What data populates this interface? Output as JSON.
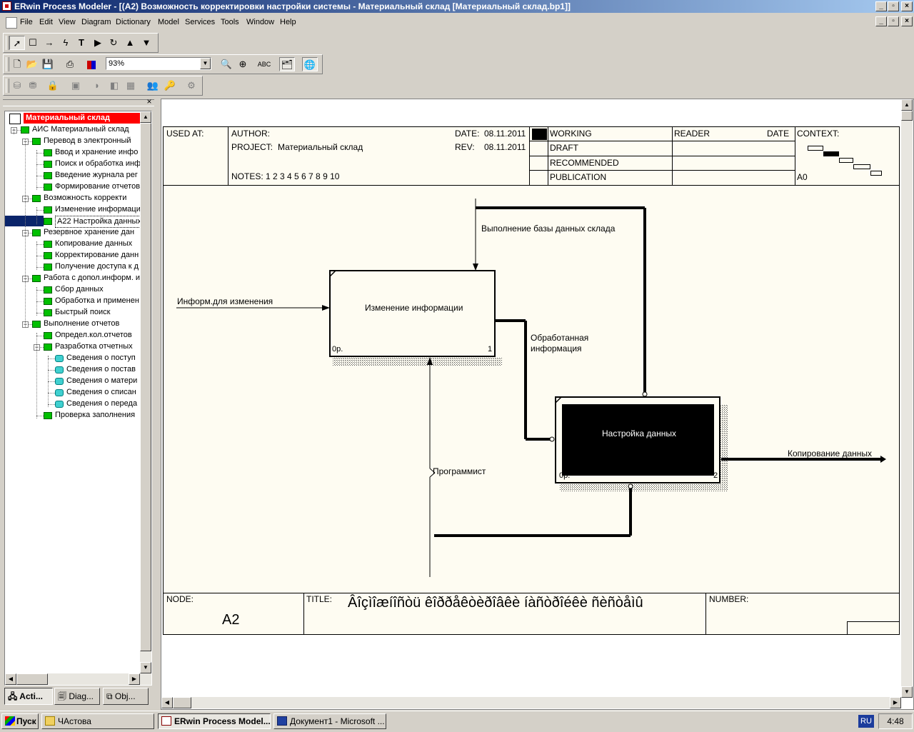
{
  "window": {
    "title": "ERwin Process Modeler - [(A2) Возможность  корректировки  настройки системы - Материальный склад  [Материальный склад.bp1]]",
    "controls": {
      "min": "_",
      "max": "▫",
      "close": "×"
    }
  },
  "menu": [
    "File",
    "Edit",
    "View",
    "Diagram",
    "Dictionary",
    "Model",
    "Services",
    "Tools",
    "Window",
    "Help"
  ],
  "toolbar": {
    "zoom": "93%"
  },
  "tree": {
    "root": "Материальный склад",
    "items": [
      {
        "label": "АИС Материальный склад",
        "level": 1,
        "type": "green"
      },
      {
        "label": "Перевод  в  электронный",
        "level": 2,
        "type": "green"
      },
      {
        "label": "Ввод и хранение  инфо",
        "level": 3,
        "type": "green"
      },
      {
        "label": "Поиск и обработка  инф",
        "level": 3,
        "type": "green"
      },
      {
        "label": "Введение журнала  рег",
        "level": 3,
        "type": "green"
      },
      {
        "label": "Формирование отчетов",
        "level": 3,
        "type": "green"
      },
      {
        "label": "Возможность  корректи",
        "level": 2,
        "type": "green"
      },
      {
        "label": "Изменение информации",
        "level": 3,
        "type": "green"
      },
      {
        "label": "A22 Настройка данных",
        "level": 3,
        "type": "green",
        "selected": true
      },
      {
        "label": "Резервное хранение  дан",
        "level": 2,
        "type": "green"
      },
      {
        "label": "Копирование  данных",
        "level": 3,
        "type": "green"
      },
      {
        "label": "Корректирование данн",
        "level": 3,
        "type": "green"
      },
      {
        "label": "Получение доступа к д",
        "level": 3,
        "type": "green"
      },
      {
        "label": "Работа с допол.информ. и",
        "level": 2,
        "type": "green"
      },
      {
        "label": "Сбор данных",
        "level": 3,
        "type": "green"
      },
      {
        "label": "Обработка и применен",
        "level": 3,
        "type": "green"
      },
      {
        "label": "Быстрый поиск",
        "level": 3,
        "type": "green"
      },
      {
        "label": "Выполнение  отчетов",
        "level": 2,
        "type": "green"
      },
      {
        "label": "Определ.кол.отчетов",
        "level": 3,
        "type": "green"
      },
      {
        "label": "Разработка отчетных",
        "level": 3,
        "type": "green"
      },
      {
        "label": "Сведения  о  поступ",
        "level": 4,
        "type": "cyan"
      },
      {
        "label": "Сведения  о  постав",
        "level": 4,
        "type": "cyan"
      },
      {
        "label": "Сведения  о  матери",
        "level": 4,
        "type": "cyan"
      },
      {
        "label": "Сведения  о  списан",
        "level": 4,
        "type": "cyan"
      },
      {
        "label": "Сведения  о  переда",
        "level": 4,
        "type": "cyan"
      },
      {
        "label": "Проверка заполнения",
        "level": 3,
        "type": "green"
      }
    ]
  },
  "panel_tabs": [
    "Acti...",
    "Diag...",
    "Obj..."
  ],
  "diagram": {
    "header": {
      "used_at": "USED AT:",
      "author": "AUTHOR:",
      "project_label": "PROJECT:",
      "project": "Материальный склад",
      "date_label": "DATE:",
      "date": "08.11.2011",
      "rev_label": "REV:",
      "rev": "08.11.2011",
      "notes": "NOTES:  1  2  3  4  5  6  7  8  9  10",
      "status": [
        "WORKING",
        "DRAFT",
        "RECOMMENDED",
        "PUBLICATION"
      ],
      "reader": "READER",
      "reader_date": "DATE",
      "context": "CONTEXT:",
      "context_node": "A0"
    },
    "boxes": [
      {
        "name": "Изменение информации",
        "cost": "0р.",
        "number": "1"
      },
      {
        "name": "Настройка данных",
        "cost": "0р.",
        "number": "2"
      }
    ],
    "arrows": {
      "control": "Выполнение базы данных склада",
      "input": "Информ.для изменения",
      "output1": "Обработанная",
      "output1b": "информация",
      "mechanism": "Программист",
      "output2": "Копирование  данных"
    },
    "footer": {
      "node_label": "NODE:",
      "node": "A2",
      "title_label": "TITLE:",
      "title": "Âîçìîæíîñòü  êîððåêòèðîâêè  íàñòðîéêè ñèñòåìû",
      "number_label": "NUMBER:"
    }
  },
  "taskbar": {
    "start": "Пуск",
    "tasks": [
      "ЧАстова",
      "ERwin Process Model...",
      "Документ1 - Microsoft ..."
    ],
    "lang": "RU",
    "clock": "4:48"
  }
}
